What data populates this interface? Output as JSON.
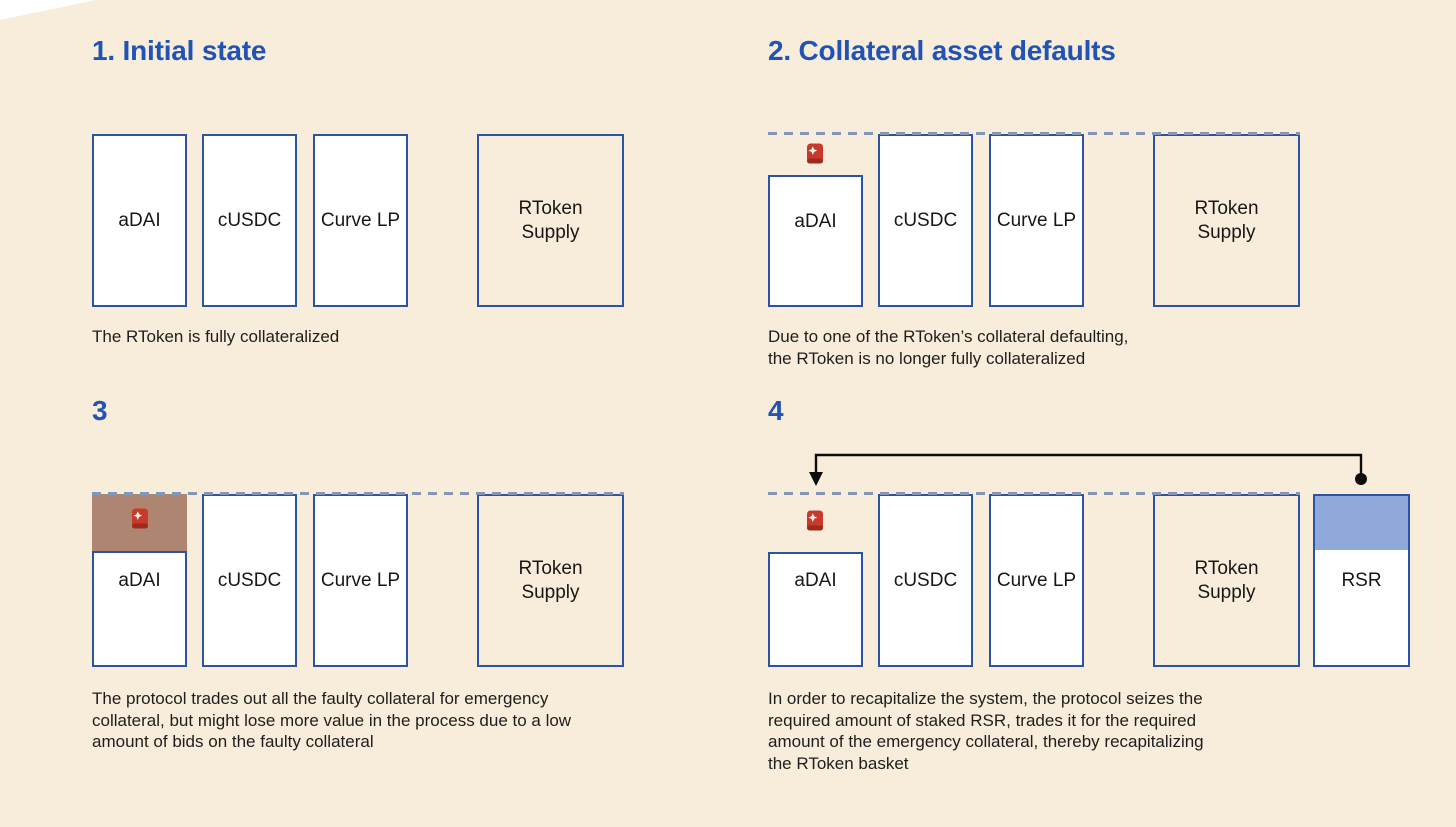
{
  "colors": {
    "background": "#f8ecda",
    "heading_blue": "#2153b4",
    "box_border_blue": "#2b54a6",
    "box_fill_white": "#ffffff",
    "dashed_baseline": "#8496b8",
    "faulty_collateral_brown": "#ae8570",
    "rsr_stake_blue": "#8ea8da",
    "caption_text": "#1e1e1e",
    "arrow_black": "#0d0d0d",
    "siren_red": "#c9392b"
  },
  "icons": {
    "siren": "police-light-emergency-icon",
    "arrowhead": "arrowhead-down-icon",
    "dot": "arrow-origin-dot"
  },
  "panels": [
    {
      "heading": "1. Initial state",
      "caption": "The RToken is fully collateralized",
      "boxes": {
        "adai": "aDAI",
        "cusdc": "cUSDC",
        "curvelp": "Curve LP",
        "rtoken": "RToken\nSupply"
      }
    },
    {
      "heading": "2. Collateral asset defaults",
      "caption": "Due to one of the RToken’s collateral defaulting,\nthe RToken is no longer fully collateralized",
      "boxes": {
        "adai": "aDAI",
        "cusdc": "cUSDC",
        "curvelp": "Curve LP",
        "rtoken": "RToken\nSupply"
      }
    },
    {
      "heading": "3",
      "caption": "The protocol trades out all the faulty collateral for emergency\ncollateral, but might lose more value in the process due to a low\namount of bids on the faulty collateral",
      "boxes": {
        "adai": "aDAI",
        "cusdc": "cUSDC",
        "curvelp": "Curve LP",
        "rtoken": "RToken\nSupply"
      }
    },
    {
      "heading": "4",
      "caption": "In order to recapitalize the system, the protocol seizes the\nrequired amount of staked RSR, trades it for the required\namount of the emergency collateral, thereby recapitalizing\nthe RToken basket",
      "boxes": {
        "adai": "aDAI",
        "cusdc": "cUSDC",
        "curvelp": "Curve LP",
        "rtoken": "RToken\nSupply",
        "rsr": "RSR"
      }
    }
  ]
}
